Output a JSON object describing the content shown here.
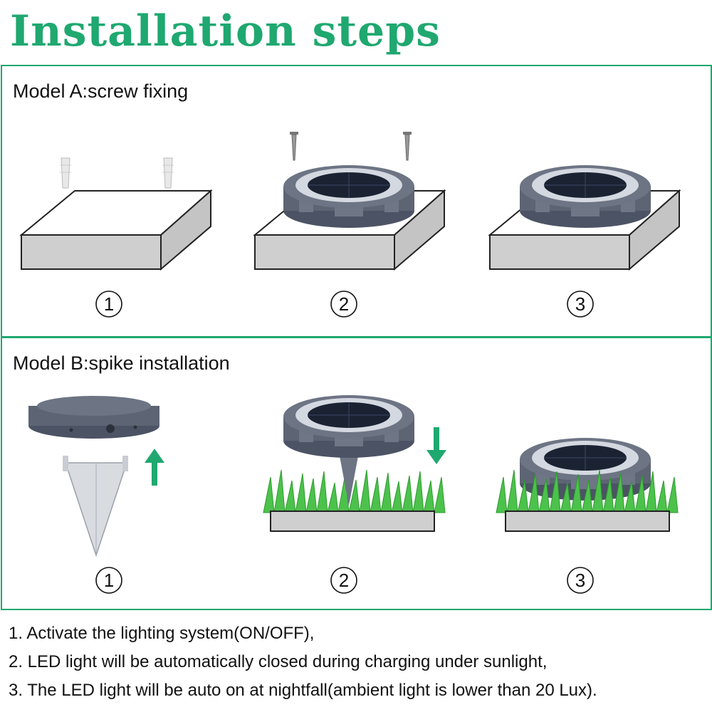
{
  "title": "Installation steps",
  "accent_color": "#1fa870",
  "model_a": {
    "label": "Model A:screw fixing",
    "steps": [
      "1",
      "2",
      "3"
    ]
  },
  "model_b": {
    "label": "Model B:spike installation",
    "steps": [
      "1",
      "2",
      "3"
    ]
  },
  "notes": [
    "1. Activate the lighting system(ON/OFF),",
    "2. LED light will be automatically closed during charging under sunlight,",
    "3. The LED light will be auto on at nightfall(ambient light is lower than 20 Lux)."
  ]
}
